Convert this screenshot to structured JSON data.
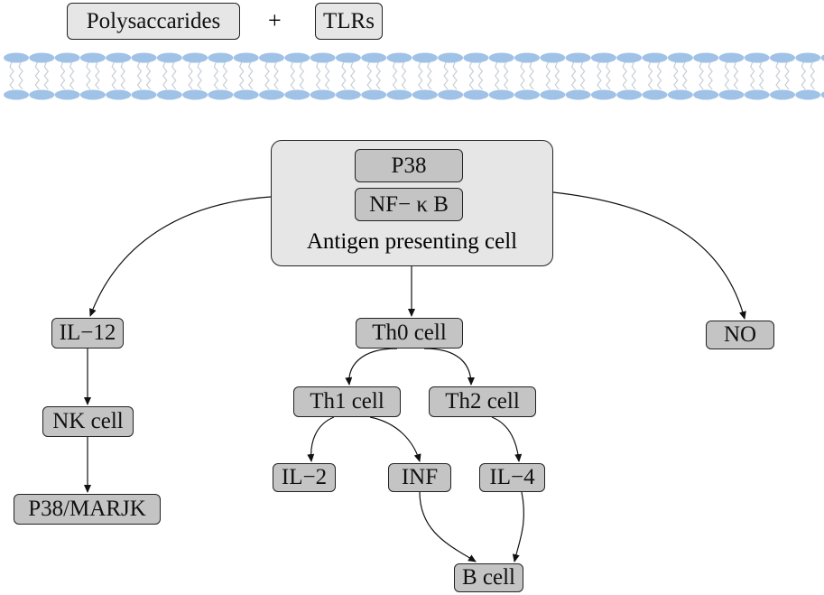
{
  "top": {
    "ligand": "Polysaccarides",
    "plus": "+",
    "receptor": "TLRs"
  },
  "membrane": {
    "head_color": "#9fc2e6",
    "tail_color": "#c9cfd6"
  },
  "apc": {
    "label": "Antigen presenting cell",
    "inner": [
      "P38",
      "NF− κ B"
    ]
  },
  "nodes": {
    "il12": "IL−12",
    "nk": "NK cell",
    "p38marjk": "P38/MARJK",
    "th0": "Th0 cell",
    "th1": "Th1 cell",
    "th2": "Th2 cell",
    "il2": "IL−2",
    "inf": "INF",
    "il4": "IL−4",
    "bcell": "B cell",
    "no": "NO"
  },
  "colors": {
    "light_box": "#e6e6e6",
    "dark_box": "#c4c4c4"
  }
}
